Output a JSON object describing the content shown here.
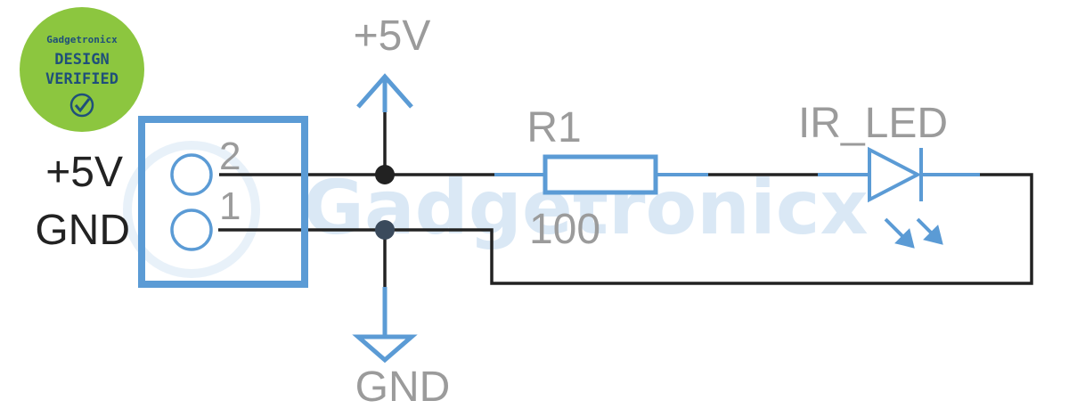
{
  "badge": {
    "brand": "Gadgetronicx",
    "line1": "DESIGN",
    "line2": "VERIFIED",
    "color": "#8cc63f"
  },
  "watermark": "Gadgetronicx",
  "connector": {
    "label_vcc": "+5V",
    "label_gnd": "GND",
    "pin2": "2",
    "pin1": "1"
  },
  "power": {
    "vcc_label": "+5V",
    "gnd_label": "GND"
  },
  "resistor": {
    "designator": "R1",
    "value": "100"
  },
  "led": {
    "designator": "IR_LED"
  },
  "colors": {
    "symbol": "#5b9bd5",
    "wire": "#222222",
    "label": "#9b9b9b"
  }
}
